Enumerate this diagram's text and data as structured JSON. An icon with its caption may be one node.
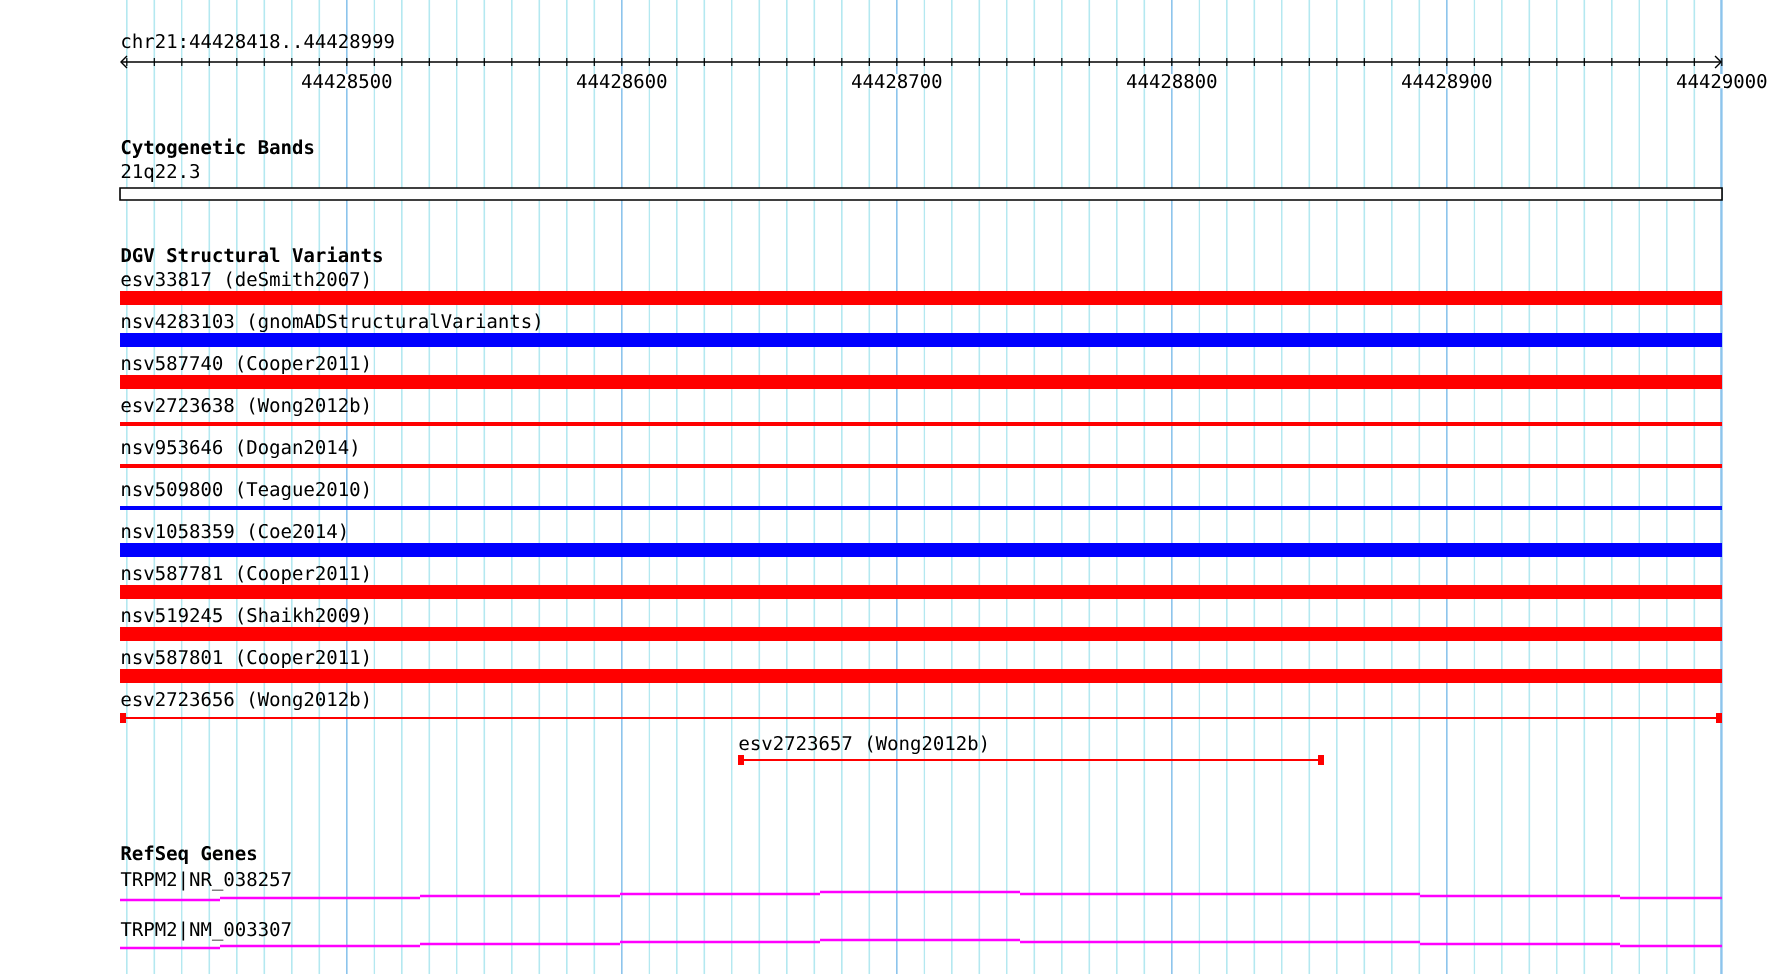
{
  "diagram": {
    "nodes": [
      {
        "text": [
          "21q22.3"
        ]
      },
      {
        "text": [
          "esv33817 (deSmith2007)"
        ]
      },
      {
        "text": [
          "nsv4283103 (gnomADStructuralVariants)"
        ]
      },
      {
        "text": [
          "nsv587740 (Cooper2011)"
        ]
      },
      {
        "text": [
          "esv2723638 (Wong2012b)"
        ]
      },
      {
        "text": [
          "nsv953646 (Dogan2014)"
        ]
      },
      {
        "text": [
          "nsv509800 (Teague2010)"
        ]
      },
      {
        "text": [
          "nsv1058359 (Coe2014)"
        ]
      },
      {
        "text": [
          "nsv587781 (Cooper2011)"
        ]
      },
      {
        "text": [
          "nsv519245 (Shaikh2009)"
        ]
      },
      {
        "text": [
          "nsv587801 (Cooper2011)"
        ]
      },
      {
        "text": [
          "esv2723656 (Wong2012b)"
        ]
      },
      {
        "text": [
          "esv2723657 (Wong2012b)"
        ]
      },
      {
        "text": [
          "TRPM2|NR_038257"
        ]
      },
      {
        "text": [
          "TRPM2|NM_003307"
        ]
      }
    ],
    "labels": [
      "chr21:44428418..44428999",
      "44428500",
      "44428600",
      "44428700",
      "44428800",
      "44428900",
      "44429000",
      "Cytogenetic Bands",
      "DGV Structural Variants",
      "RefSeq Genes"
    ]
  }
}
